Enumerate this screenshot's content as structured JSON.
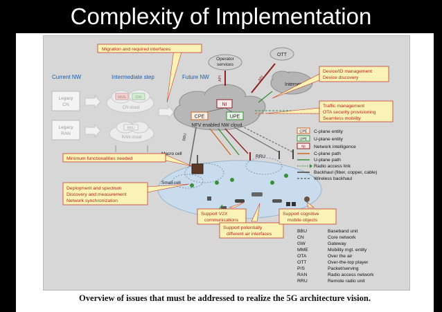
{
  "slide": {
    "title": "Complexity of Implementation"
  },
  "figure": {
    "caption": "Overview of issues that must be addressed to realize the 5G architecture vision.",
    "stages": {
      "current": "Current NW",
      "intermediate": "Intermediate step",
      "future": "Future NW"
    },
    "current_boxes": {
      "core": [
        "Legacy",
        "CN"
      ],
      "ran": [
        "Legacy",
        "RAN"
      ]
    },
    "clouds": {
      "cn_cloud": "CN cloud",
      "ran_cloud": "RAN cloud",
      "main": "NFV enabled NW cloud",
      "operator": [
        "Operator",
        "services"
      ],
      "internet": "Internet",
      "ott": "OTT"
    },
    "mini_labels": {
      "mme": "MME",
      "gw": "GW",
      "bbu": "BBU"
    },
    "nodes": {
      "ni": "NI",
      "cpe": "CPE",
      "upe": "UPE",
      "api": "API",
      "macro_cell": "Macro cell",
      "rru": "RRU",
      "small_cell": "Small cell"
    },
    "callouts": {
      "migration": "Migration and required interfaces",
      "device": [
        "Device/ID management",
        "Device discovery"
      ],
      "traffic": [
        "Traffic management",
        "OTA security provisioning",
        "Seamless mobility"
      ],
      "min_func": "Minimum functionalities needed",
      "deploy": [
        "Deployment and spectrum",
        "Discovery and measurement",
        "Network synchronization"
      ],
      "v2x": [
        "Support V2X",
        "communications"
      ],
      "air": [
        "Support potentially",
        "different air interfaces"
      ],
      "cognitive": [
        "Support cognitive",
        "mobile objects"
      ]
    },
    "legend": [
      {
        "key": "CPE",
        "label": "C-plane entity"
      },
      {
        "key": "UPE",
        "label": "U-plane entity"
      },
      {
        "key": "NI",
        "label": "Network intelligence"
      },
      {
        "key": "",
        "label": "C-plane path"
      },
      {
        "key": "",
        "label": "U-plane path"
      },
      {
        "key": "",
        "label": "Radio access link"
      },
      {
        "key": "",
        "label": "Backhaul (fiber, copper, cable)"
      },
      {
        "key": "",
        "label": "Wireless backhaul"
      }
    ],
    "abbreviations": [
      {
        "abbr": "BBU",
        "full": "Baseband unit"
      },
      {
        "abbr": "CN",
        "full": "Core network"
      },
      {
        "abbr": "GW",
        "full": "Gateway"
      },
      {
        "abbr": "MME",
        "full": "Mobility mgt. entity"
      },
      {
        "abbr": "OTA",
        "full": "Over the air"
      },
      {
        "abbr": "OTT",
        "full": "Over-the-top player"
      },
      {
        "abbr": "P/S",
        "full": "Packet/serving"
      },
      {
        "abbr": "RAN",
        "full": "Radio access network"
      },
      {
        "abbr": "RRU",
        "full": "Remote radio unit"
      }
    ],
    "colors": {
      "callout_fill": "#fbf3b6",
      "callout_border": "#c93a2a",
      "callout_text": "#b8261b",
      "cloud": "#b7b7b7",
      "cell_area": "#c9dced",
      "cpe": "#c8682a",
      "upe": "#3a8f3a",
      "ni": "#8c1f1f"
    }
  }
}
